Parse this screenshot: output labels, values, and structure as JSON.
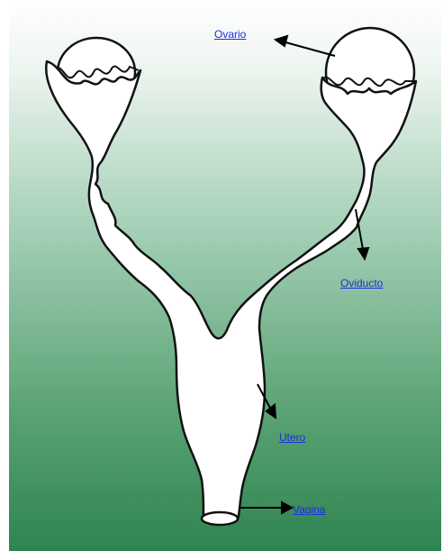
{
  "labels": {
    "ovario": "Ovario",
    "oviducto": "Oviducto",
    "utero": "Utero",
    "vagina": "Vagina"
  },
  "colors": {
    "background_top": "#ffffff",
    "background_mid": "#7fb898",
    "background_bottom": "#2e8450",
    "organ_fill": "#ffffff",
    "outline": "#111111",
    "link": "#1a2ee0"
  }
}
